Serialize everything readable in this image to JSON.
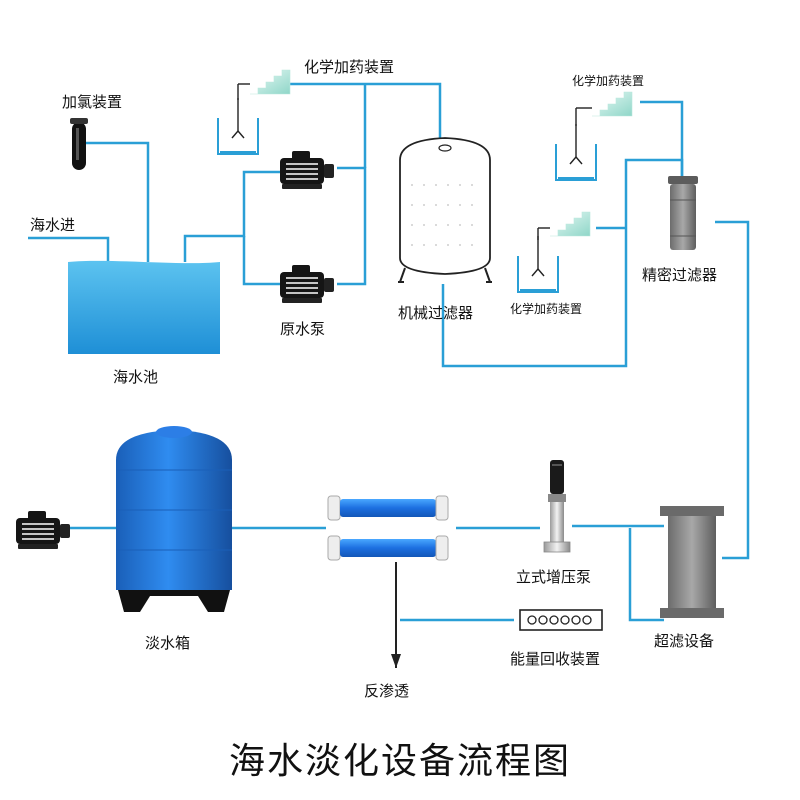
{
  "diagram": {
    "title": "海水淡化设备流程图",
    "labels": {
      "chlorination": "加氯装置",
      "seawater_in": "海水进",
      "seawater_pool": "海水池",
      "raw_water_pump": "原水泵",
      "chemical_dosing_top": "化学加药装置",
      "chemical_dosing_right": "化学加药装置",
      "chemical_dosing_mid": "化学加药装置",
      "mechanical_filter": "机械过滤器",
      "precision_filter": "精密过滤器",
      "ultrafiltration": "超滤设备",
      "vertical_booster_pump": "立式增压泵",
      "energy_recovery": "能量回收装置",
      "reverse_osmosis": "反渗透",
      "fresh_water_tank": "淡水箱"
    },
    "colors": {
      "pipe": "#2a9fd6",
      "pool": "#3aaee6",
      "tank": "#1e73d2",
      "ro_membrane": "#1f7fe0",
      "gray_vessel": "#7a7a7a",
      "pump_body": "#1a1a1a"
    }
  }
}
